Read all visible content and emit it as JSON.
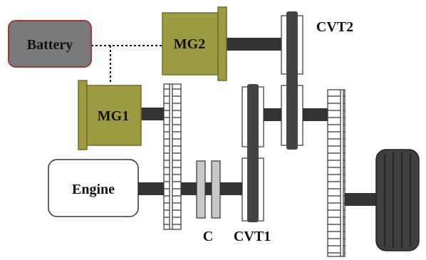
{
  "labels": {
    "battery": "Battery",
    "mg2": "MG2",
    "mg1": "MG1",
    "engine": "Engine",
    "clutch": "C",
    "cvt1": "CVT1",
    "cvt2": "CVT2"
  },
  "colors": {
    "battery_fill": "#7a7a7a",
    "battery_border": "#9c3a3a",
    "motor_fill": "#9c9a42",
    "motor_border": "#6f6d26",
    "shaft": "#333333",
    "dark_component": "#444444",
    "gear_outline": "#333333",
    "clutch_plate": "#c8c8c8",
    "wheel": "#3f3f3f",
    "connection_line": "#111111"
  }
}
